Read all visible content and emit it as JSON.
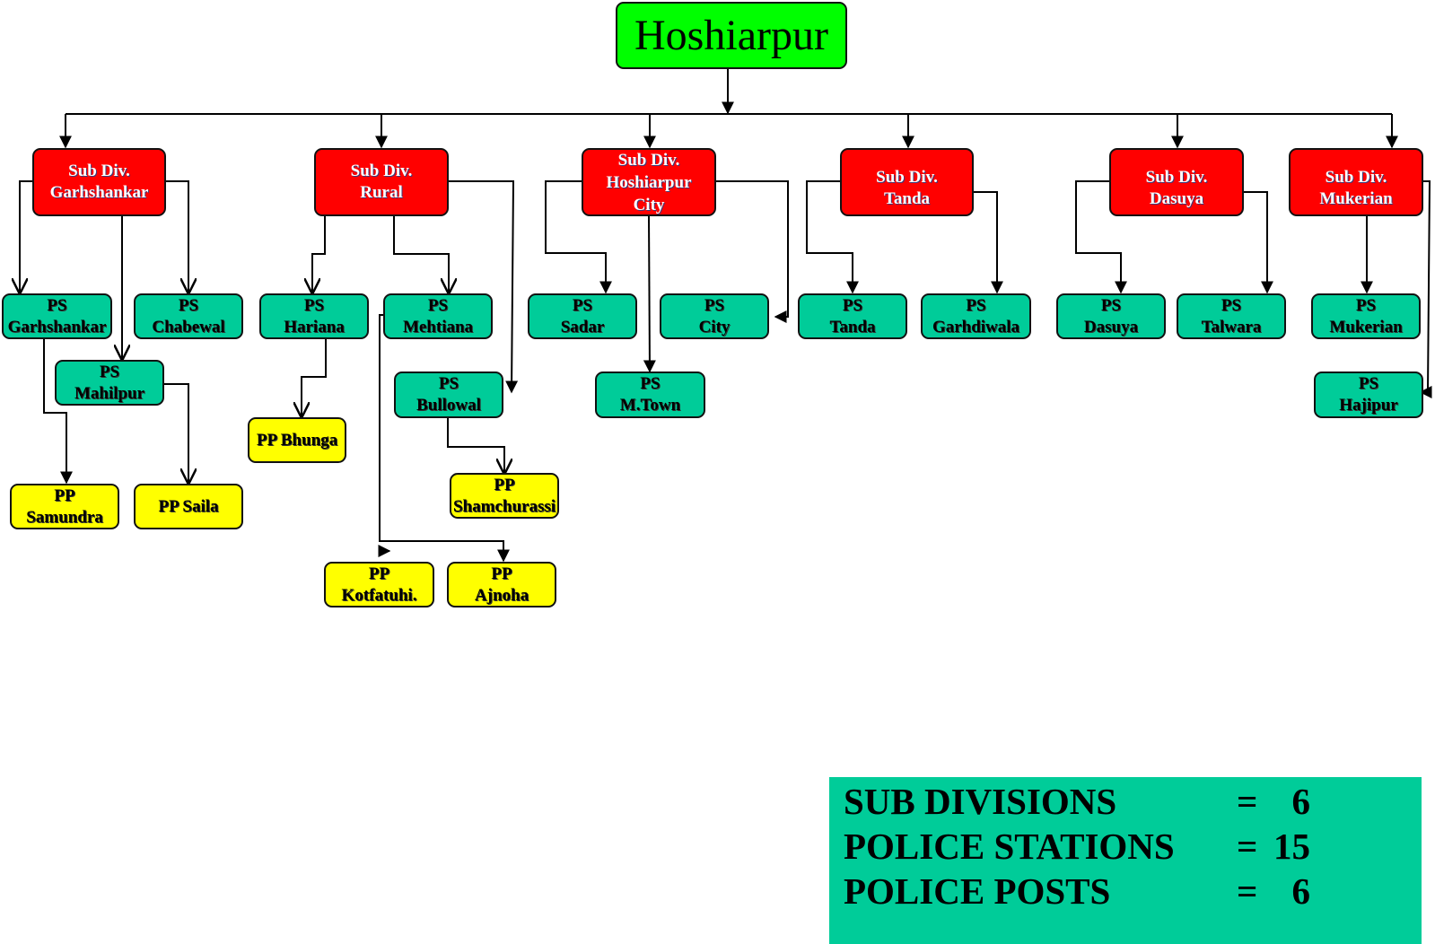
{
  "chart_title": "Hoshiarpur",
  "colors": {
    "root": "#00ff00",
    "sub_division": "#ff0000",
    "police_station": "#00cc99",
    "police_post": "#ffff00",
    "summary_box": "#00cc99"
  },
  "root": {
    "label": "Hoshiarpur"
  },
  "sub_divisions": [
    {
      "line1": "Sub Div.",
      "line2": "Garhshankar",
      "line3": ""
    },
    {
      "line1": "Sub Div.",
      "line2": "Rural",
      "line3": ""
    },
    {
      "line1": "Sub Div.",
      "line2": "Hoshiarpur",
      "line3": "City"
    },
    {
      "line1": "Sub Div.",
      "line2": "Tanda",
      "line3": ""
    },
    {
      "line1": "Sub Div.",
      "line2": "Dasuya",
      "line3": ""
    },
    {
      "line1": "Sub Div.",
      "line2": "Mukerian",
      "line3": ""
    }
  ],
  "police_stations": [
    {
      "line1": "PS",
      "line2": "Garhshankar",
      "parent": "Sub Div. Garhshankar"
    },
    {
      "line1": "PS",
      "line2": "Chabewal",
      "parent": "Sub Div. Garhshankar"
    },
    {
      "line1": "PS",
      "line2": "Mahilpur",
      "parent": "Sub Div. Garhshankar"
    },
    {
      "line1": "PS",
      "line2": "Hariana",
      "parent": "Sub Div. Rural"
    },
    {
      "line1": "PS",
      "line2": "Mehtiana",
      "parent": "Sub Div. Rural"
    },
    {
      "line1": "PS",
      "line2": "Bullowal",
      "parent": "Sub Div. Rural"
    },
    {
      "line1": "PS",
      "line2": "Sadar",
      "parent": "Sub Div. Hoshiarpur City"
    },
    {
      "line1": "PS",
      "line2": "City",
      "parent": "Sub Div. Hoshiarpur City"
    },
    {
      "line1": "PS",
      "line2": "M.Town",
      "parent": "Sub Div. Hoshiarpur City"
    },
    {
      "line1": "PS",
      "line2": "Tanda",
      "parent": "Sub Div. Tanda"
    },
    {
      "line1": "PS",
      "line2": "Garhdiwala",
      "parent": "Sub Div. Tanda"
    },
    {
      "line1": "PS",
      "line2": "Dasuya",
      "parent": "Sub Div. Dasuya"
    },
    {
      "line1": "PS",
      "line2": "Talwara",
      "parent": "Sub Div. Dasuya"
    },
    {
      "line1": "PS",
      "line2": "Mukerian",
      "parent": "Sub Div. Mukerian"
    },
    {
      "line1": "PS",
      "line2": "Hajipur",
      "parent": "Sub Div. Mukerian"
    }
  ],
  "police_posts": [
    {
      "line1": "PP",
      "line2": "Samundra",
      "parent": "PS Garhshankar"
    },
    {
      "line1": "PP Saila",
      "line2": "",
      "parent": "PS Mahilpur"
    },
    {
      "line1": "PP Bhunga",
      "line2": "",
      "parent": "PS Hariana"
    },
    {
      "line1": "PP",
      "line2": "Shamchurassi",
      "parent": "PS Bullowal"
    },
    {
      "line1": "PP",
      "line2": "Kotfatuhi.",
      "parent": "PS Mehtiana"
    },
    {
      "line1": "PP",
      "line2": "Ajnoha",
      "parent": "PS Mehtiana"
    }
  ],
  "summary": [
    {
      "label": "SUB DIVISIONS",
      "eq": "=",
      "value": "6"
    },
    {
      "label": "POLICE STATIONS",
      "eq": "=",
      "value": "15"
    },
    {
      "label": "POLICE POSTS",
      "eq": "=",
      "value": "6"
    }
  ]
}
